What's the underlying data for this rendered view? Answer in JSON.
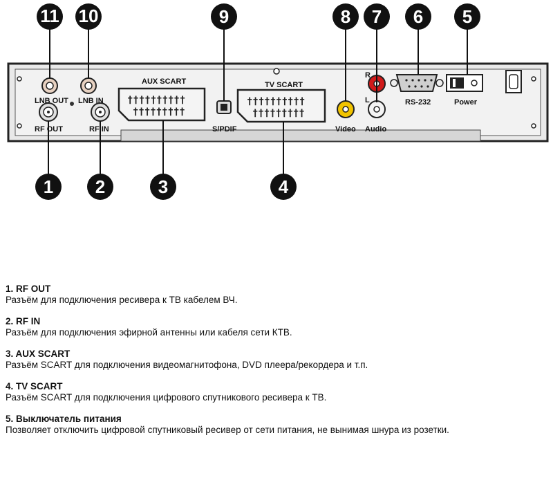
{
  "panel": {
    "lnb_out": "LNB OUT",
    "lnb_in": "LNB IN",
    "rf_out": "RF OUT",
    "rf_in": "RF IN",
    "aux_scart": "AUX SCART",
    "tv_scart": "TV SCART",
    "spdif": "S/PDIF",
    "video": "Video",
    "audio": "Audio",
    "r": "R",
    "l": "L",
    "rs232": "RS-232",
    "power": "Power"
  },
  "callouts": [
    "1",
    "2",
    "3",
    "4",
    "5",
    "6",
    "7",
    "8",
    "9",
    "10",
    "11"
  ],
  "items": [
    {
      "title": "1. RF OUT",
      "desc": "Разъём для подключения ресивера к ТВ кабелем ВЧ."
    },
    {
      "title": "2. RF IN",
      "desc": "Разъём для подключения эфирной антенны или кабеля сети КТВ."
    },
    {
      "title": "3. AUX SCART",
      "desc": "Разъём SCART для подключения видеомагнитофона, DVD плеера/рекордера и т.п."
    },
    {
      "title": "4. TV SCART",
      "desc": "Разъём SCART для подключения цифрового спутникового ресивера к ТВ."
    },
    {
      "title": "5.  Выключатель питания",
      "desc": "Позволяет отключить цифровой спутниковый ресивер от сети питания, не вынимая шнура из розетки."
    }
  ],
  "colors": {
    "panel": "#e8e8e8",
    "outline": "#222222",
    "callout": "#111111",
    "video_jack": "#f2c400",
    "audio_r": "#d11a1a"
  }
}
